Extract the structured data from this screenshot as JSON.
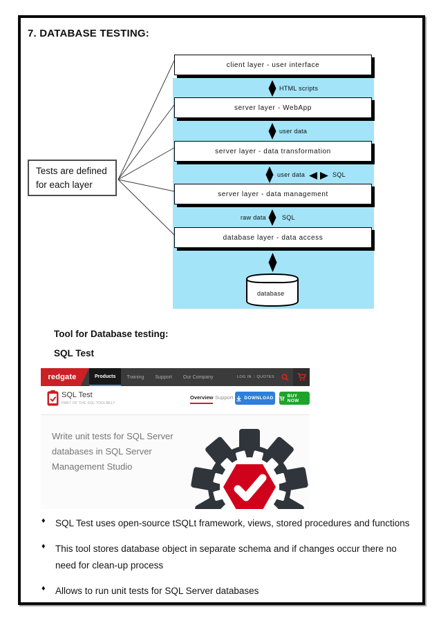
{
  "heading": "7.  DATABASE TESTING:",
  "diagram": {
    "side_note": "Tests are defined for each layer",
    "layers": [
      "client layer - user interface",
      "server layer - WebApp",
      "server layer - data transformation",
      "server layer - data management",
      "database layer - data access"
    ],
    "connector1_label": "HTML scripts",
    "connector2_label": "user data",
    "connector3_left": "user data",
    "connector3_right": "SQL",
    "connector4_left": "raw data",
    "connector4_right": "SQL",
    "database_label": "database",
    "bg_color": "#a3e4f8"
  },
  "tool_section": {
    "heading": "Tool for Database testing:",
    "name": "SQL Test"
  },
  "website": {
    "brand": "redgate",
    "nav_items": [
      "Products",
      "Training",
      "Support",
      "Our Company"
    ],
    "login_label": "LOG IN",
    "quotes_label": "QUOTES",
    "product_title": "SQL Test",
    "product_subtitle": "PART OF THE SQL TOOLBELT",
    "tab_overview": "Overview",
    "tab_support": "Support",
    "download_button": "DOWNLOAD",
    "buy_button": "BUY NOW",
    "tagline": "Write unit tests for SQL Server databases in SQL Server Management Studio"
  },
  "bullets": [
    "SQL Test uses open-source tSQLt framework, views, stored procedures and functions",
    "This tool stores database object in separate schema and if changes occur there no need for clean-up process",
    "Allows to run unit tests for SQL Server databases"
  ],
  "colors": {
    "diagram_bg": "#a3e4f8",
    "brand_red": "#cb2026",
    "download_blue": "#2e7fd8",
    "buy_green": "#1ea32b",
    "hexagon_red": "#d0021b"
  }
}
